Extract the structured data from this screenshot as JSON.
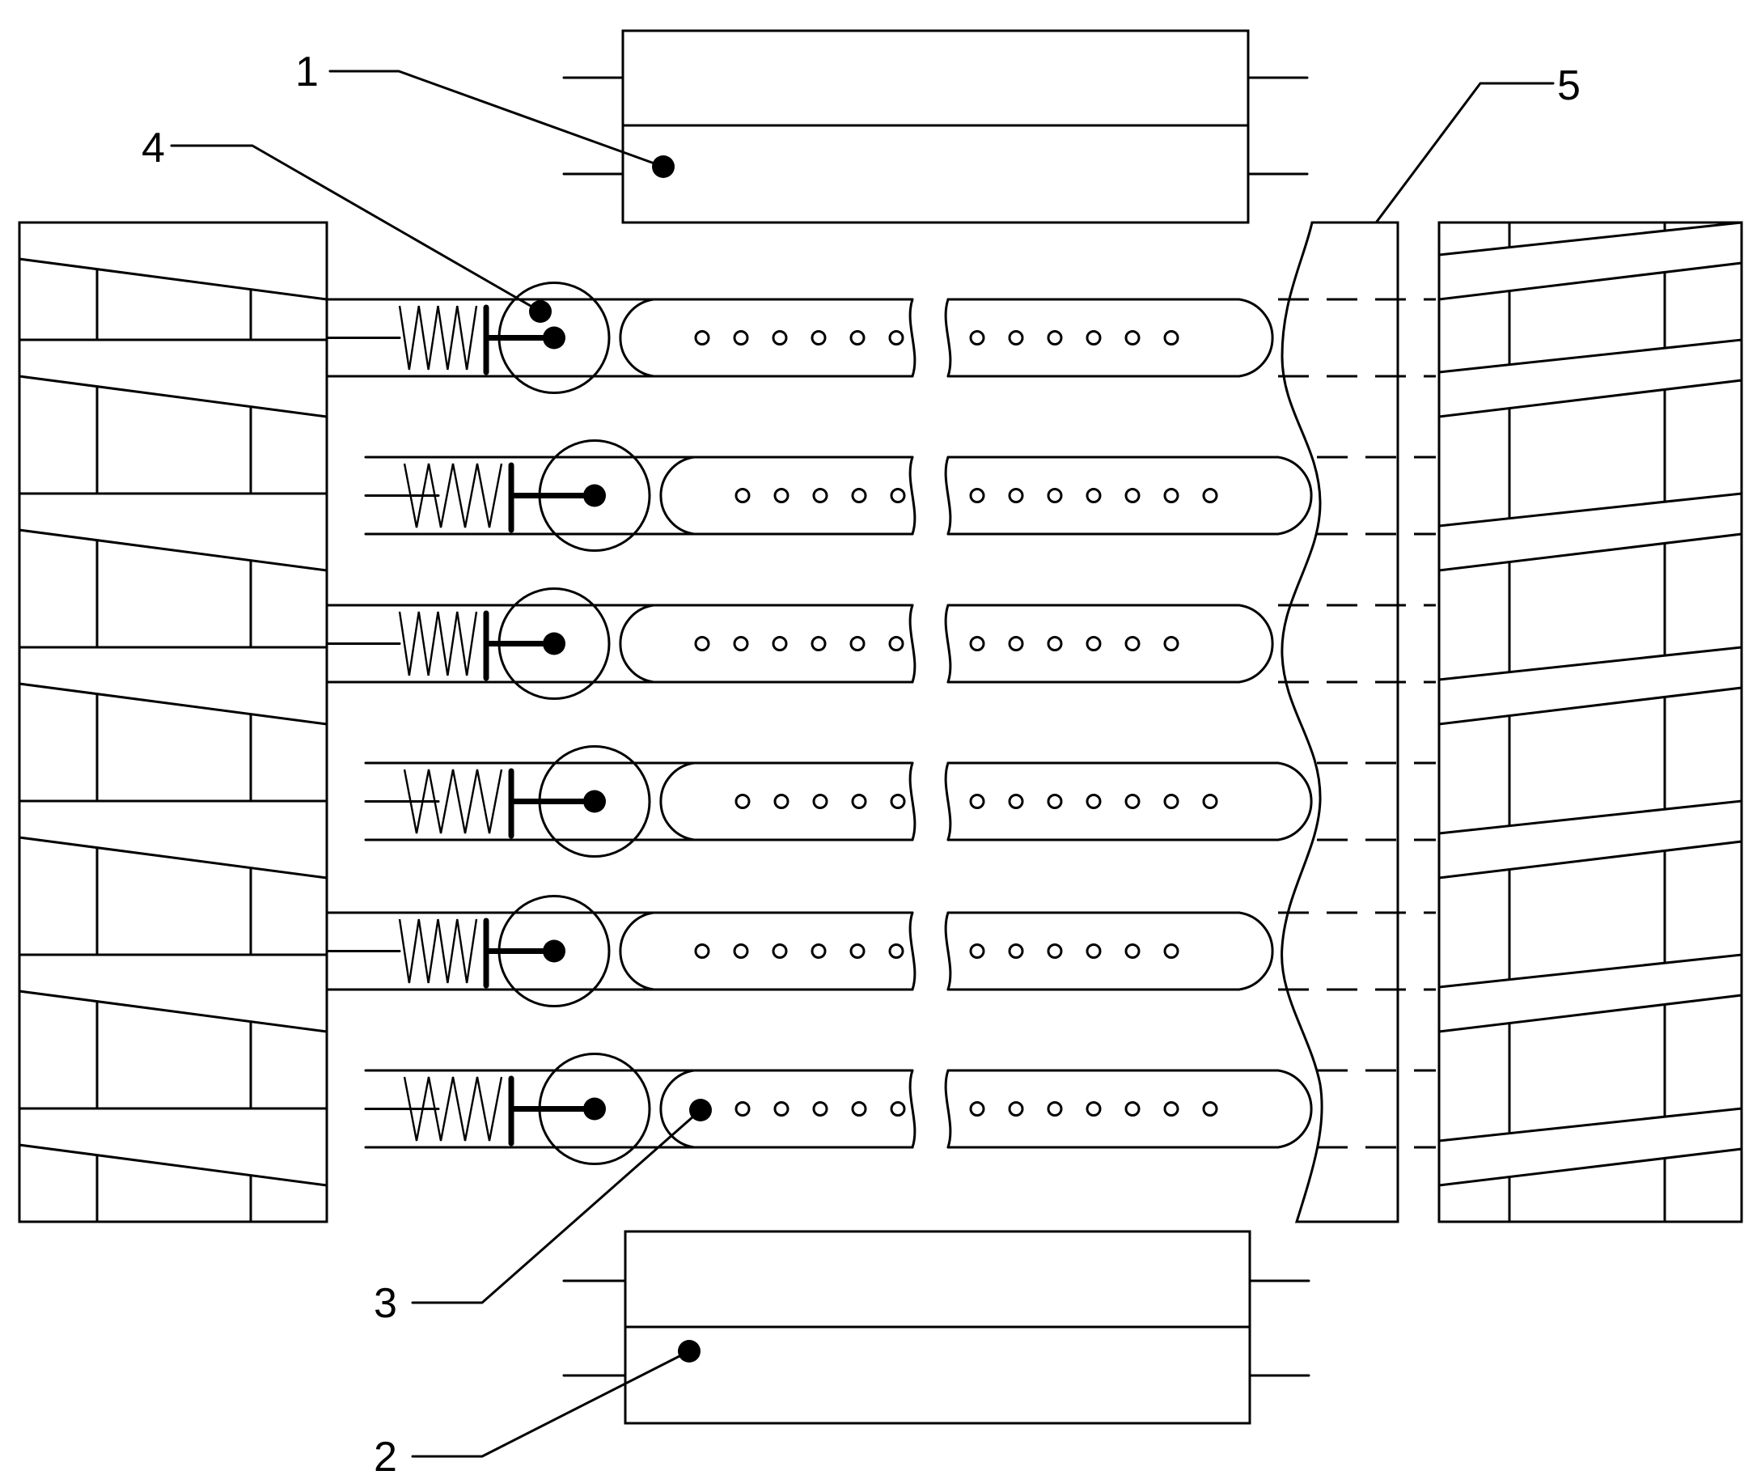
{
  "callouts": [
    {
      "id": "1",
      "label": "1"
    },
    {
      "id": "2",
      "label": "2"
    },
    {
      "id": "3",
      "label": "3"
    },
    {
      "id": "4",
      "label": "4"
    },
    {
      "id": "5",
      "label": "5"
    }
  ],
  "rows": [
    {
      "left_holes": 6,
      "right_holes": 6,
      "offset": "in"
    },
    {
      "left_holes": 5,
      "right_holes": 7,
      "offset": "out"
    },
    {
      "left_holes": 6,
      "right_holes": 6,
      "offset": "in"
    },
    {
      "left_holes": 5,
      "right_holes": 7,
      "offset": "out"
    },
    {
      "left_holes": 6,
      "right_holes": 6,
      "offset": "in"
    },
    {
      "left_holes": 5,
      "right_holes": 7,
      "offset": "out"
    }
  ]
}
